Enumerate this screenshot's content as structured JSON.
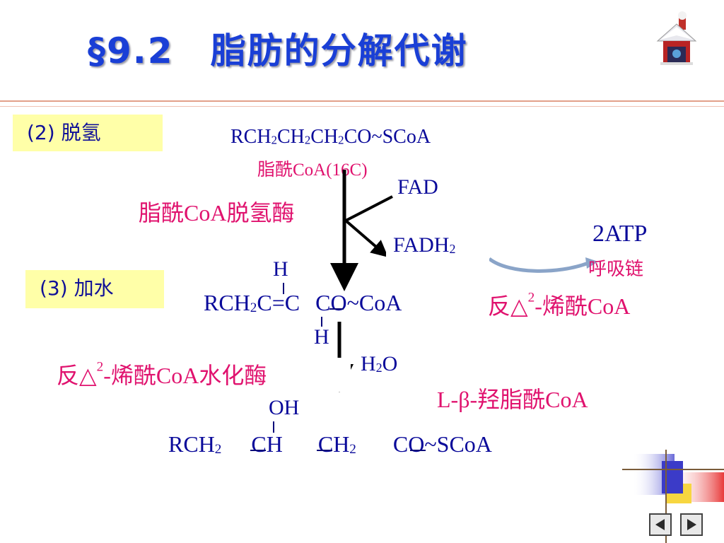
{
  "slide": {
    "title": "§9.2　脂肪的分解代谢",
    "step2_label": "(2) 脱氢",
    "step3_label": "(3) 加水",
    "substrate": {
      "p1": "RCH",
      "s1": "2",
      "p2": "CH",
      "s2": "2",
      "p3": "CH",
      "s3": "2",
      "p4": "CO~SCoA"
    },
    "substrate_name": "脂酰CoA(16C)",
    "enzyme1": "脂酰CoA脱氢酶",
    "fad": "FAD",
    "fadh2": {
      "base": "FADH",
      "sub": "2"
    },
    "atp": "2ATP",
    "resp_chain": "呼吸链",
    "h_top": "H",
    "h_bottom": "H",
    "enoyl_formula": {
      "p1": "RCH",
      "s1": "2",
      "p2": "C",
      "eq": "=",
      "p3": "C",
      "p4": "CO~CoA"
    },
    "enoyl_name": {
      "pre": "反△",
      "sup": "2",
      "post": "-烯酰CoA"
    },
    "enzyme2": {
      "pre": "反△",
      "sup": "2",
      "post": "-烯酰CoA水化酶"
    },
    "water": {
      "base": "H",
      "sub": "2",
      "tail": "O"
    },
    "hydroxy_name": "L-β-羟脂酰CoA",
    "oh": "OH",
    "hydroxy_formula": {
      "p1": "RCH",
      "s1": "2",
      "p2": "CH",
      "p3": "CH",
      "s3": "2",
      "p4": "CO~SCoA"
    },
    "nav": {
      "prev_icon": "triangle-left",
      "next_icon": "triangle-right"
    }
  },
  "colors": {
    "title": "#1a3fd6",
    "formula": "#1818c8",
    "red": "#e0126e",
    "step_bg": "#ffffa8"
  }
}
